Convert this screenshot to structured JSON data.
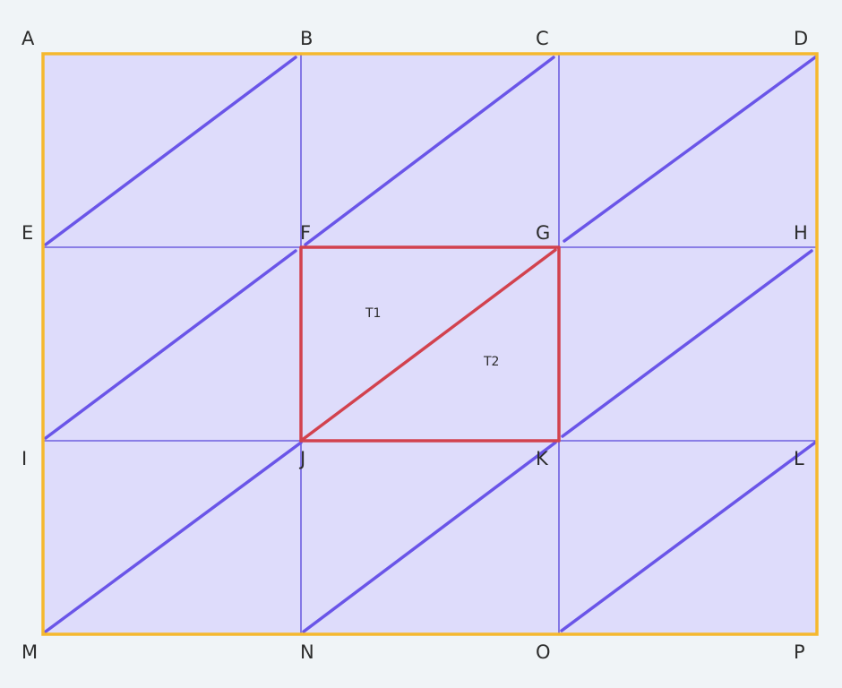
{
  "diagram": {
    "points": [
      {
        "id": "A",
        "label": "A"
      },
      {
        "id": "B",
        "label": "B"
      },
      {
        "id": "C",
        "label": "C"
      },
      {
        "id": "D",
        "label": "D"
      },
      {
        "id": "E",
        "label": "E"
      },
      {
        "id": "F",
        "label": "F"
      },
      {
        "id": "G",
        "label": "G"
      },
      {
        "id": "H",
        "label": "H"
      },
      {
        "id": "I",
        "label": "I"
      },
      {
        "id": "J",
        "label": "J"
      },
      {
        "id": "K",
        "label": "K"
      },
      {
        "id": "L",
        "label": "L"
      },
      {
        "id": "M",
        "label": "M"
      },
      {
        "id": "N",
        "label": "N"
      },
      {
        "id": "O",
        "label": "O"
      },
      {
        "id": "P",
        "label": "P"
      }
    ],
    "triangles": [
      {
        "id": "T1",
        "label": "T1"
      },
      {
        "id": "T2",
        "label": "T2"
      }
    ],
    "colors": {
      "background": "#f0f4f7",
      "fill": "#dedcfb",
      "grid_line": "#6e5ee0",
      "diagonal": "#6a55e8",
      "border": "#f5b82e",
      "highlight": "#d2424e",
      "label": "#2c2c2c"
    }
  }
}
